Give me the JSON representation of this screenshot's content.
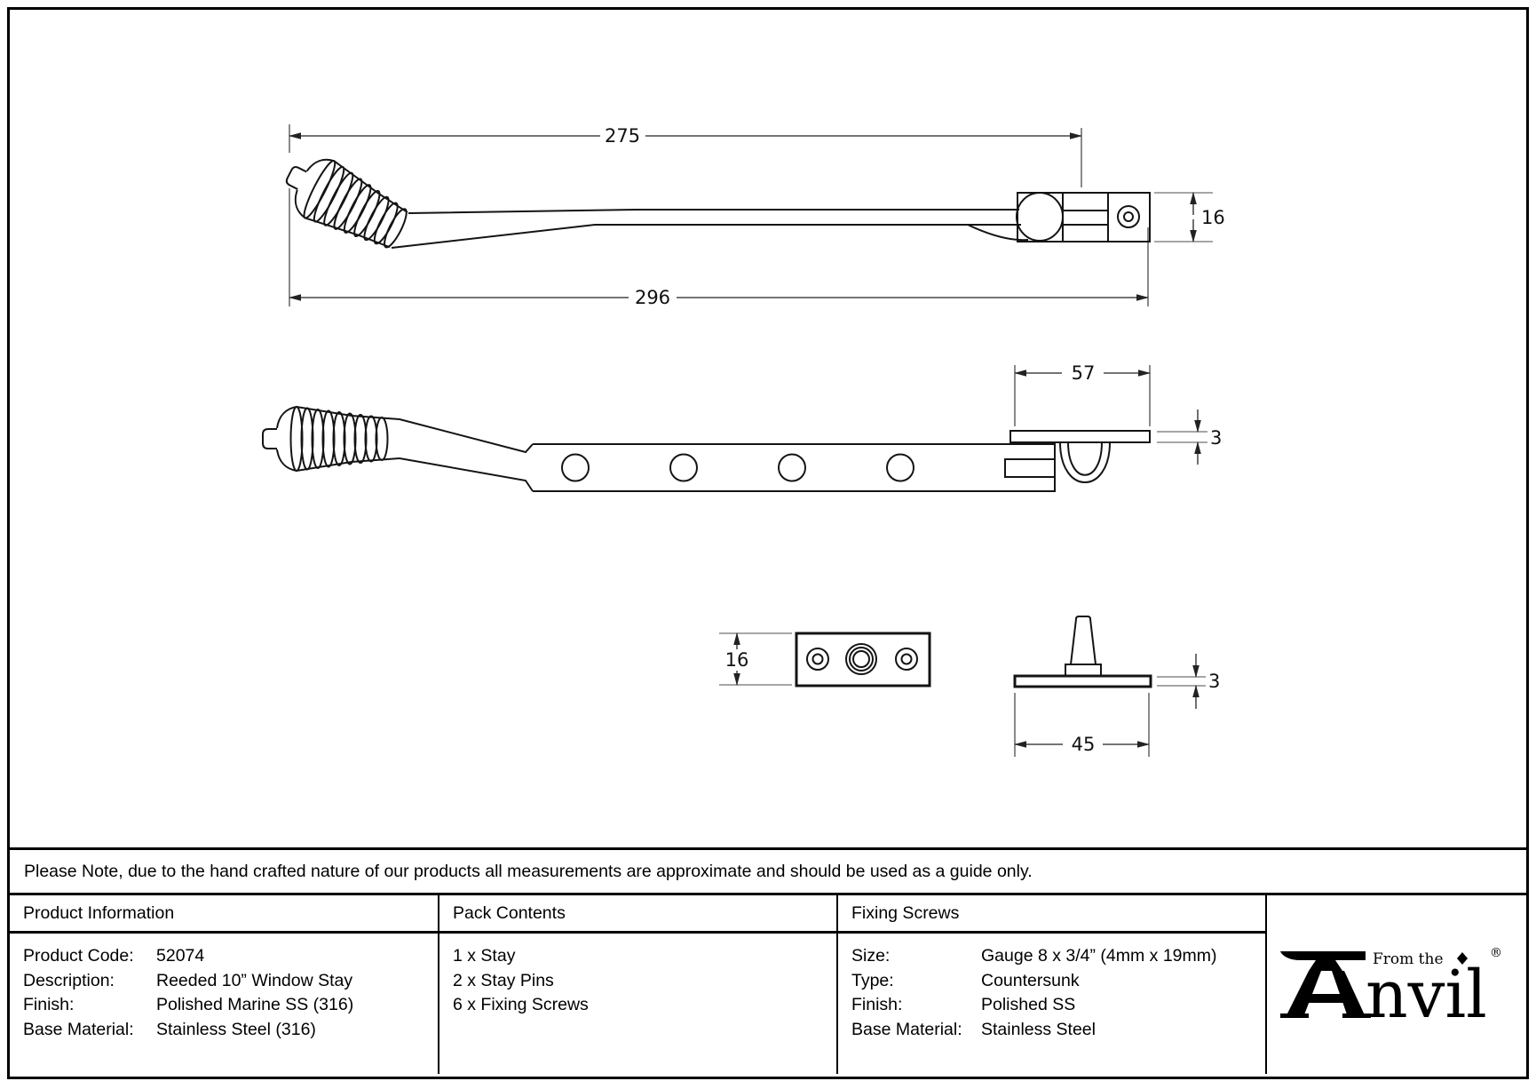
{
  "note": {
    "text": "Please Note, due to the hand crafted nature of our products all measurements are approximate and should be used as a guide only."
  },
  "product_information": {
    "header": "Product Information",
    "rows": [
      {
        "label": "Product Code:",
        "value": "52074"
      },
      {
        "label": "Description:",
        "value": "Reeded 10” Window Stay"
      },
      {
        "label": "Finish:",
        "value": "Polished Marine SS (316)"
      },
      {
        "label": "Base Material:",
        "value": "Stainless Steel (316)"
      }
    ]
  },
  "pack_contents": {
    "header": "Pack Contents",
    "items": [
      "1 x Stay",
      "2 x Stay Pins",
      "6 x Fixing Screws"
    ]
  },
  "fixing_screws": {
    "header": "Fixing Screws",
    "rows": [
      {
        "label": "Size:",
        "value": "Gauge 8 x 3/4” (4mm x 19mm)"
      },
      {
        "label": "Type:",
        "value": "Countersunk"
      },
      {
        "label": "Finish:",
        "value": "Polished SS"
      },
      {
        "label": "Base Material:",
        "value": "Stainless Steel"
      }
    ]
  },
  "logo": {
    "prefix": "From the",
    "brand": "nvil",
    "registered": "®"
  },
  "diagram": {
    "dimensions": {
      "stay_length_to_pivot": "275",
      "stay_overall_length": "296",
      "lock_plate_width": "16",
      "keep_plate_length": "57",
      "keep_plate_thickness": "3",
      "pin_plate_height": "16",
      "pin_plate_length": "45",
      "pin_plate_thickness": "3"
    }
  }
}
